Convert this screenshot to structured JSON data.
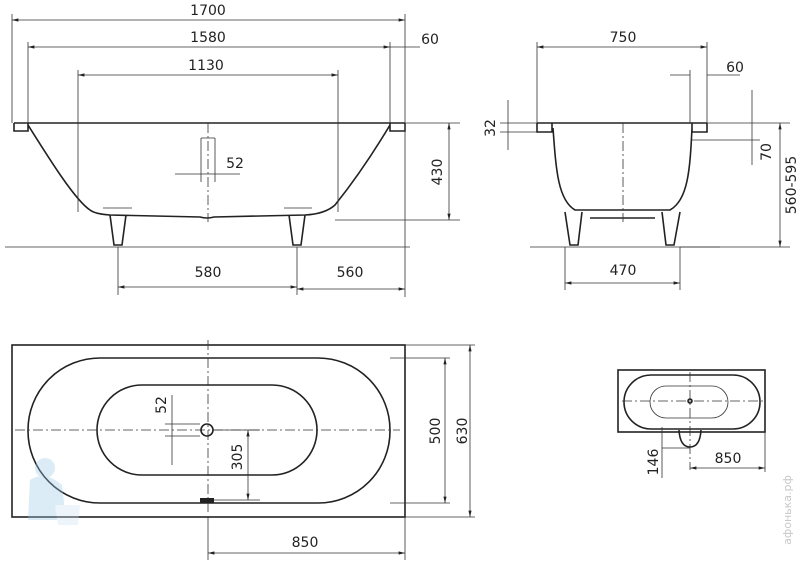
{
  "side_view": {
    "length_total": "1700",
    "length_inner": "1580",
    "rim_width": "60",
    "bottom_length": "1130",
    "overflow_diameter": "52",
    "depth": "430",
    "leg_spacing": "580",
    "leg_to_end": "560"
  },
  "end_view": {
    "width_total": "750",
    "rim_width": "60",
    "rim_height": "32",
    "rim_drop": "70",
    "height_range": "560-595",
    "leg_spacing": "470"
  },
  "plan_view": {
    "overflow_diameter": "52",
    "inner_width": "500",
    "outer_width": "630",
    "drain_offset": "305",
    "drain_to_end": "850"
  },
  "small_plan": {
    "drain_offset": "146",
    "drain_to_end": "850"
  },
  "watermark": "афонька.рф"
}
